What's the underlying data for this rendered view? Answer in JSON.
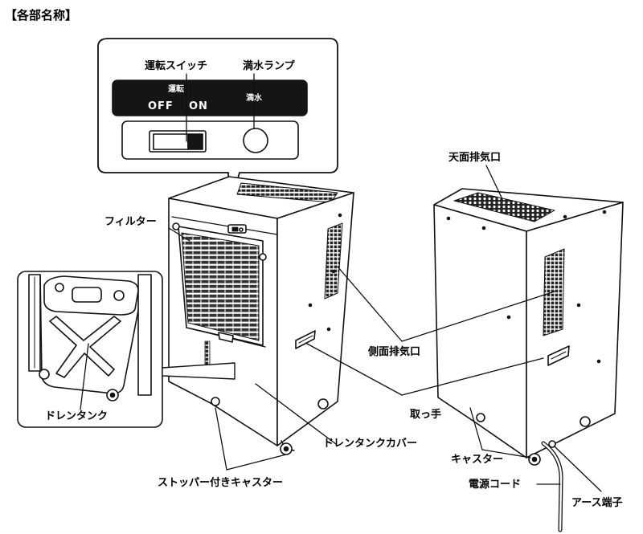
{
  "heading": "【各部名称】",
  "colors": {
    "ink": "#111111",
    "panel": "#111111",
    "body": "#ffffff",
    "paper": "#ffffff"
  },
  "panel": {
    "switch_small": "運転",
    "off": "OFF",
    "on": "ON",
    "lamp_small": "満水"
  },
  "labels": {
    "switch": "運転スイッチ",
    "lamp": "満水ランプ",
    "top_vent": "天面排気口",
    "filter": "フィルター",
    "side_vent": "側面排気口",
    "handle": "取っ手",
    "drain_tank": "ドレンタンク",
    "drain_cover": "ドレンタンクカバー",
    "stopper_caster": "ストッパー付きキャスター",
    "caster": "キャスター",
    "power_cord": "電源コード",
    "earth": "アース端子"
  }
}
